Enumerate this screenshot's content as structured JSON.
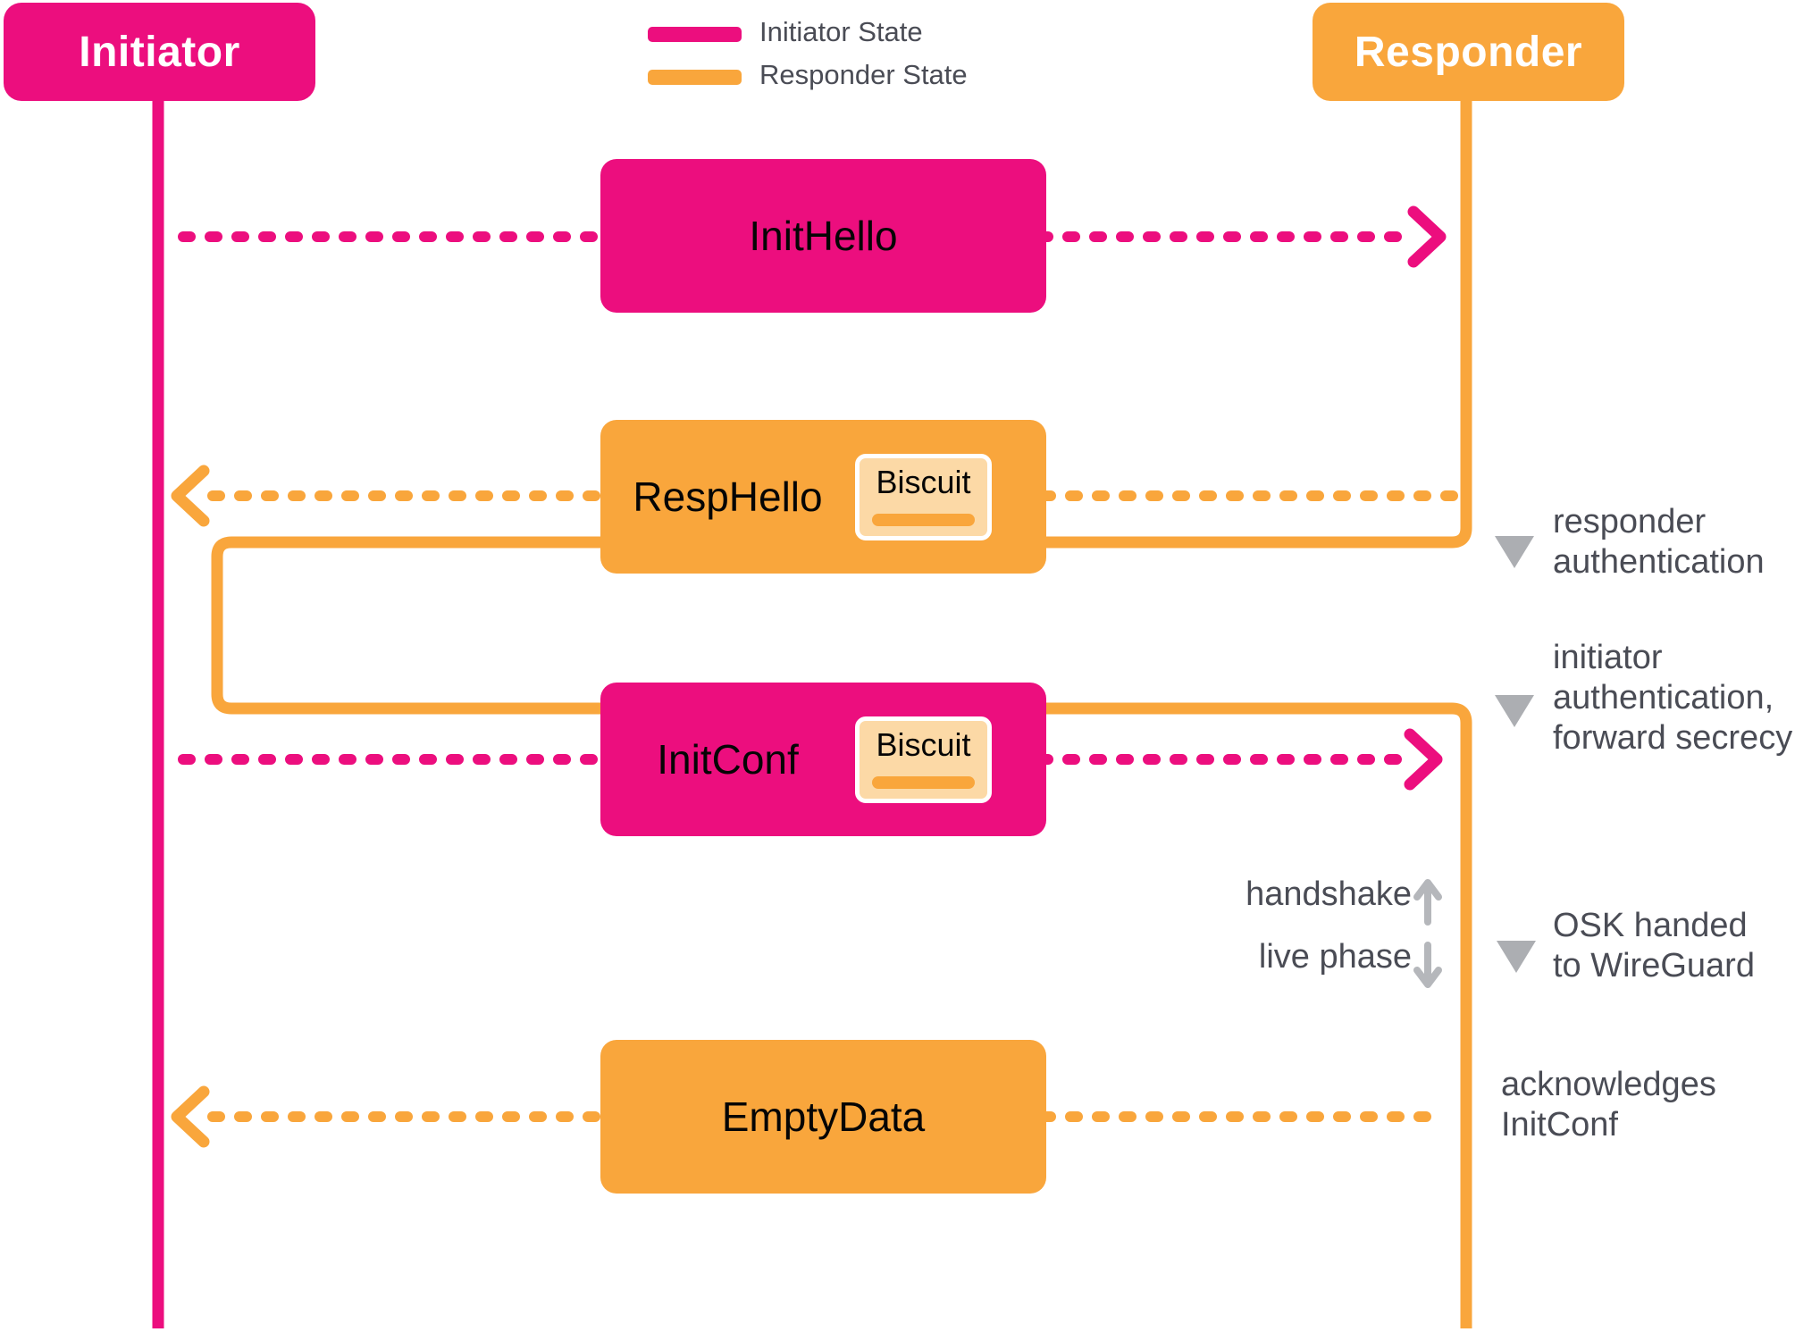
{
  "actors": {
    "initiator": "Initiator",
    "responder": "Responder"
  },
  "legend": {
    "initiator_state": "Initiator State",
    "responder_state": "Responder State"
  },
  "messages": {
    "init_hello": "InitHello",
    "resp_hello": "RespHello",
    "init_conf": "InitConf",
    "empty_data": "EmptyData",
    "biscuit": "Biscuit"
  },
  "annotations": {
    "responder_auth_1": "responder",
    "responder_auth_2": "authentication",
    "initiator_auth_1": "initiator",
    "initiator_auth_2": "authentication,",
    "initiator_auth_3": "forward secrecy",
    "osk_1": "OSK handed",
    "osk_2": "to WireGuard",
    "ack_1": "acknowledges",
    "ack_2": "InitConf"
  },
  "phase": {
    "handshake": "handshake",
    "live_phase": "live phase"
  },
  "colors": {
    "pink": "#EC0E7E",
    "orange": "#F9A63C",
    "biscuit-fill": "#FCD9A6",
    "text-dark": "#4A4C55",
    "gray": "#ACAEB2",
    "label-black": "#050505"
  }
}
